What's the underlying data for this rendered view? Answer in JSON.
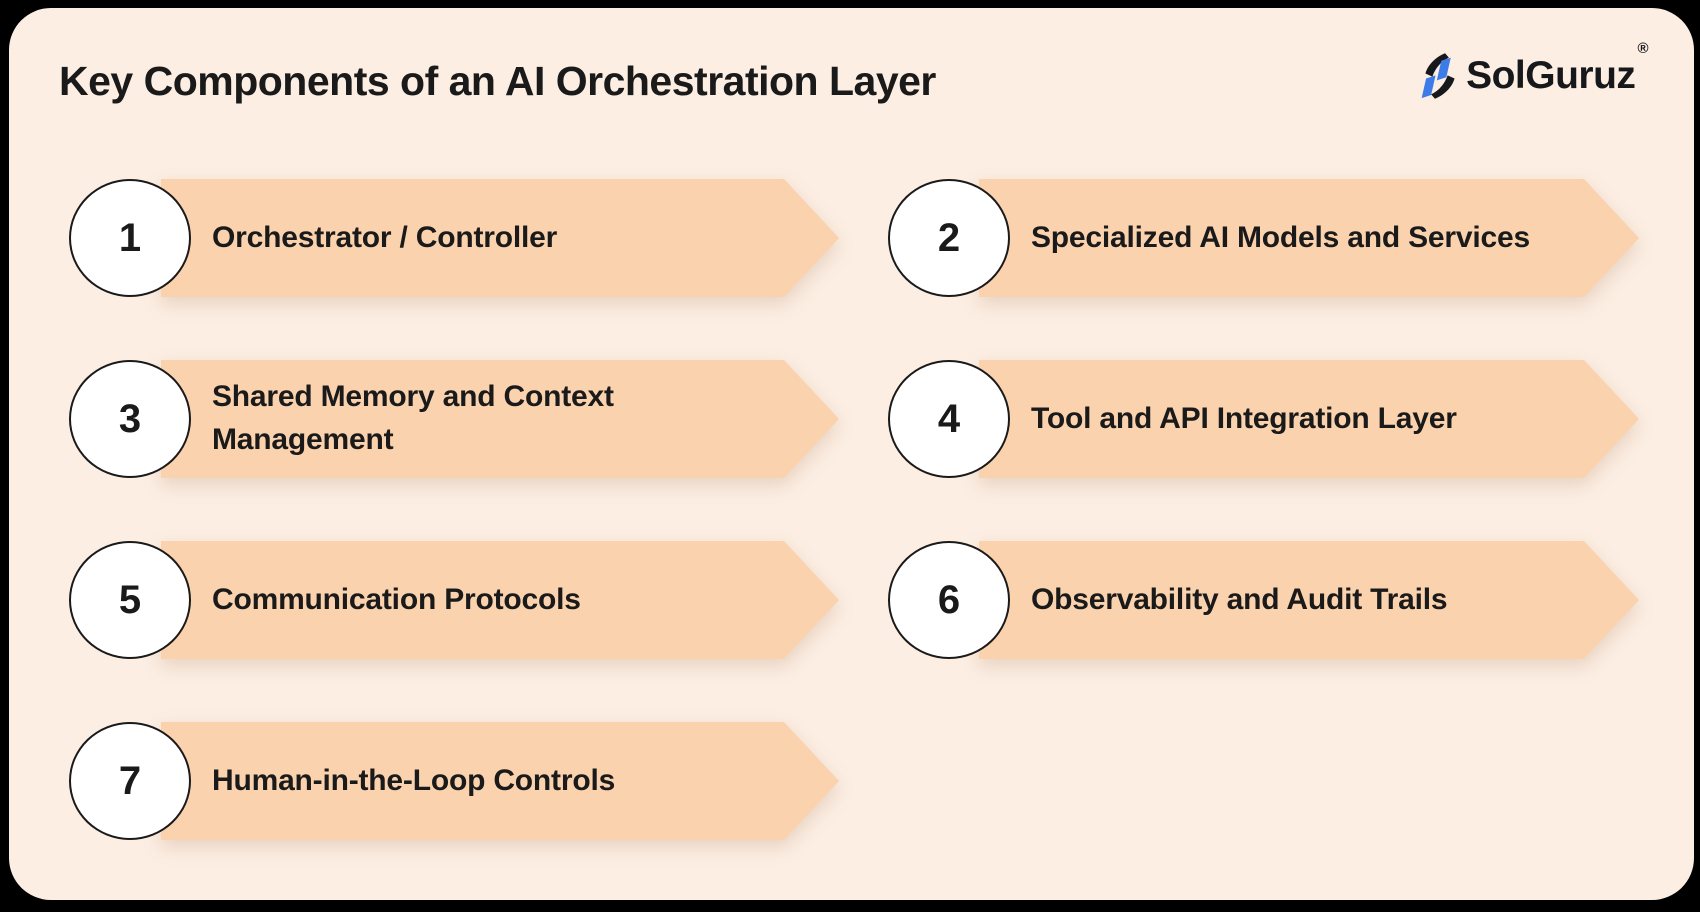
{
  "header": {
    "title": "Key Components of an AI Orchestration Layer",
    "brand": {
      "name": "SolGuruz",
      "registered_mark": "®"
    }
  },
  "items": [
    {
      "number": "1",
      "label": "Orchestrator / Controller"
    },
    {
      "number": "2",
      "label": "Specialized AI Models and Services"
    },
    {
      "number": "3",
      "label": "Shared Memory and Context Management"
    },
    {
      "number": "4",
      "label": "Tool and API Integration Layer"
    },
    {
      "number": "5",
      "label": "Communication Protocols"
    },
    {
      "number": "6",
      "label": "Observability and Audit Trails"
    },
    {
      "number": "7",
      "label": "Human-in-the-Loop Controls"
    }
  ],
  "colors": {
    "canvas_border": "#000000",
    "card_background": "#FCEEE3",
    "banner_fill": "#FBD2AE",
    "circle_fill": "#FFFFFF",
    "circle_border": "#1A1A1A",
    "text": "#1A1A1A",
    "logo_blue": "#3D7CE8",
    "logo_black": "#17181C"
  }
}
